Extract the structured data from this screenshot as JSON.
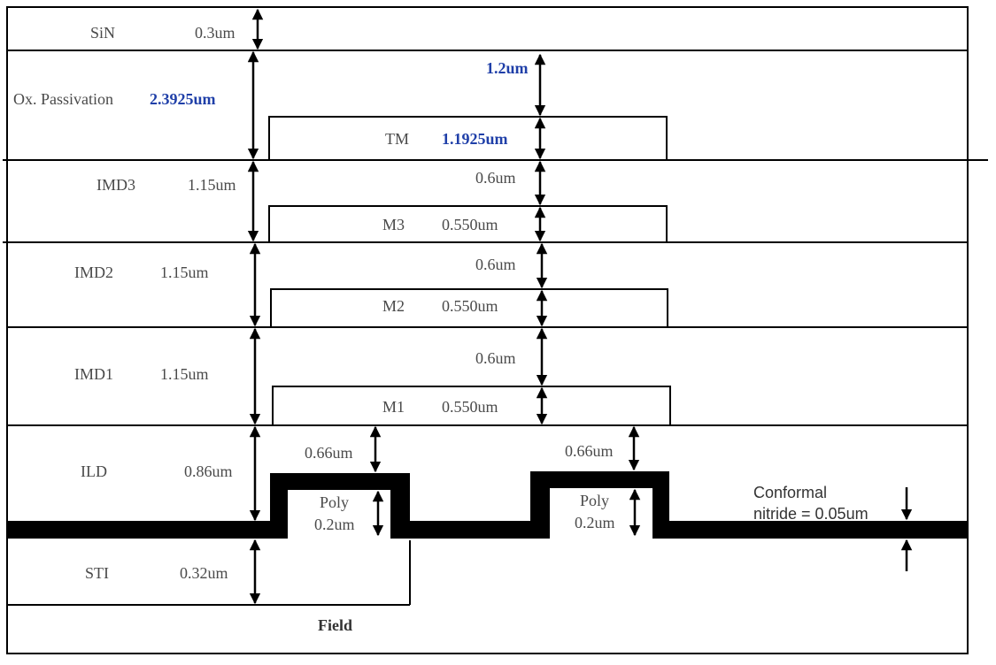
{
  "layers": {
    "sin": {
      "name": "SiN",
      "thickness": "0.3um"
    },
    "passivation": {
      "name": "Ox. Passivation",
      "thickness": "2.3925um",
      "gap": "1.2um"
    },
    "tm": {
      "name": "TM",
      "thickness": "1.1925um"
    },
    "imd3": {
      "name": "IMD3",
      "thickness": "1.15um",
      "gap": "0.6um"
    },
    "m3": {
      "name": "M3",
      "thickness": "0.550um"
    },
    "imd2": {
      "name": "IMD2",
      "thickness": "1.15um",
      "gap": "0.6um"
    },
    "m2": {
      "name": "M2",
      "thickness": "0.550um"
    },
    "imd1": {
      "name": "IMD1",
      "thickness": "1.15um",
      "gap": "0.6um"
    },
    "m1": {
      "name": "M1",
      "thickness": "0.550um"
    },
    "ild": {
      "name": "ILD",
      "thickness": "0.86um"
    },
    "poly_left": {
      "name": "Poly",
      "thickness": "0.2um",
      "gap": "0.66um"
    },
    "poly_right": {
      "name": "Poly",
      "thickness": "0.2um",
      "gap": "0.66um"
    },
    "nitride": {
      "line1": "Conformal",
      "line2": "nitride = 0.05um"
    },
    "sti": {
      "name": "STI",
      "thickness": "0.32um"
    },
    "field": {
      "name": "Field"
    }
  },
  "colors": {
    "line": "#000000",
    "label": "#4a4a4a",
    "highlight": "#1f3fa8",
    "background": "#ffffff"
  }
}
